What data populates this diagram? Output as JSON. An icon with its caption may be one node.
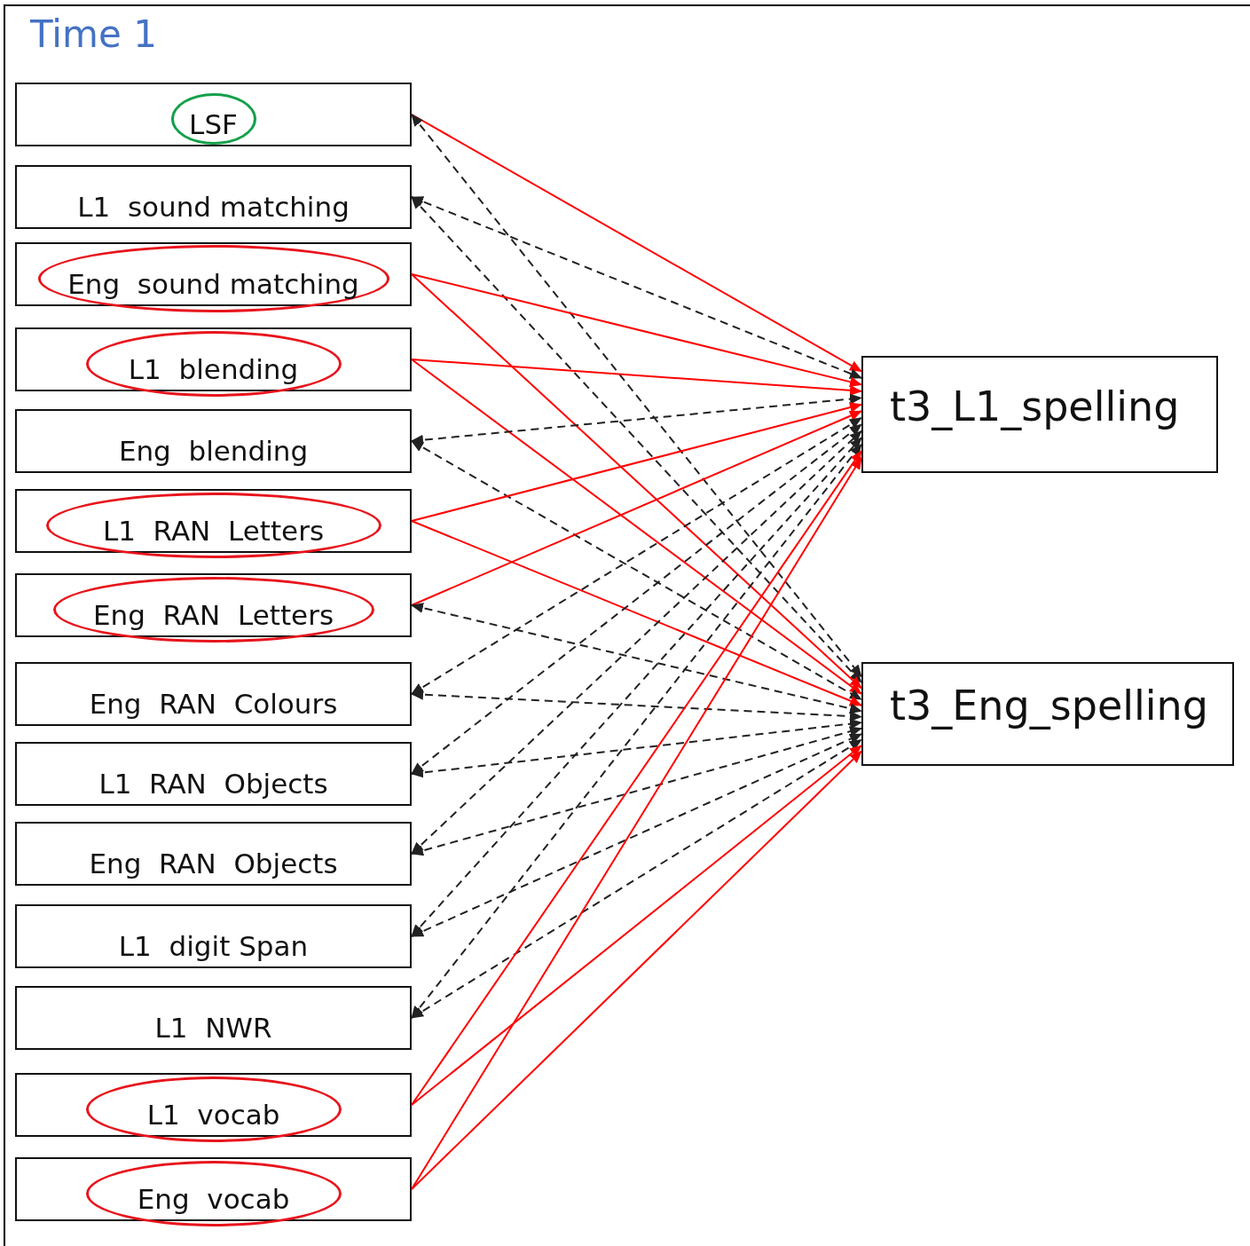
{
  "diagram": {
    "title": "Time 1",
    "nodes": [
      {
        "text": [
          "LSF"
        ]
      },
      {
        "text": [
          "L1  sound matching"
        ]
      },
      {
        "text": [
          "Eng  sound matching"
        ]
      },
      {
        "text": [
          "L1  blending"
        ]
      },
      {
        "text": [
          "Eng  blending"
        ]
      },
      {
        "text": [
          "L1  RAN  Letters"
        ]
      },
      {
        "text": [
          "Eng  RAN  Letters"
        ]
      },
      {
        "text": [
          "Eng  RAN  Colours"
        ]
      },
      {
        "text": [
          "L1  RAN  Objects"
        ]
      },
      {
        "text": [
          "Eng  RAN  Objects"
        ]
      },
      {
        "text": [
          "L1  digit Span"
        ]
      },
      {
        "text": [
          "L1  NWR"
        ]
      },
      {
        "text": [
          "L1  vocab"
        ]
      },
      {
        "text": [
          "Eng  vocab"
        ]
      },
      {
        "text": [
          "t3_L1_spelling"
        ]
      },
      {
        "text": [
          "t3_Eng_spelling"
        ]
      }
    ],
    "edges": [
      {
        "from": 0,
        "to": 14,
        "arrow": "to",
        "color": "#ff0000"
      },
      {
        "from": 0,
        "to": 15,
        "arrow": "both",
        "style": "dashed"
      },
      {
        "from": 1,
        "to": 14,
        "arrow": "both",
        "style": "dashed"
      },
      {
        "from": 1,
        "to": 15,
        "arrow": "both",
        "style": "dashed"
      },
      {
        "from": 2,
        "to": 14,
        "arrow": "to",
        "color": "#ff0000"
      },
      {
        "from": 2,
        "to": 15,
        "arrow": "to",
        "color": "#ff0000"
      },
      {
        "from": 3,
        "to": 14,
        "arrow": "to",
        "color": "#ff0000"
      },
      {
        "from": 3,
        "to": 15,
        "arrow": "to",
        "color": "#ff0000"
      },
      {
        "from": 4,
        "to": 14,
        "arrow": "both",
        "style": "dashed"
      },
      {
        "from": 4,
        "to": 15,
        "arrow": "both",
        "style": "dashed"
      },
      {
        "from": 5,
        "to": 14,
        "arrow": "to",
        "color": "#ff0000"
      },
      {
        "from": 5,
        "to": 15,
        "arrow": "to",
        "color": "#ff0000"
      },
      {
        "from": 6,
        "to": 14,
        "arrow": "to",
        "color": "#ff0000"
      },
      {
        "from": 6,
        "to": 15,
        "arrow": "both",
        "style": "dashed"
      },
      {
        "from": 7,
        "to": 14,
        "arrow": "both",
        "style": "dashed"
      },
      {
        "from": 7,
        "to": 15,
        "arrow": "both",
        "style": "dashed"
      },
      {
        "from": 8,
        "to": 14,
        "arrow": "both",
        "style": "dashed"
      },
      {
        "from": 8,
        "to": 15,
        "arrow": "both",
        "style": "dashed"
      },
      {
        "from": 9,
        "to": 14,
        "arrow": "both",
        "style": "dashed"
      },
      {
        "from": 9,
        "to": 15,
        "arrow": "both",
        "style": "dashed"
      },
      {
        "from": 10,
        "to": 14,
        "arrow": "both",
        "style": "dashed"
      },
      {
        "from": 10,
        "to": 15,
        "arrow": "both",
        "style": "dashed"
      },
      {
        "from": 11,
        "to": 14,
        "arrow": "both",
        "style": "dashed"
      },
      {
        "from": 11,
        "to": 15,
        "arrow": "both",
        "style": "dashed"
      },
      {
        "from": 12,
        "to": 14,
        "arrow": "to",
        "color": "#ff0000"
      },
      {
        "from": 12,
        "to": 15,
        "arrow": "to",
        "color": "#ff0000"
      },
      {
        "from": 13,
        "to": 14,
        "arrow": "to",
        "color": "#ff0000"
      },
      {
        "from": 13,
        "to": 15,
        "arrow": "to",
        "color": "#ff0000"
      }
    ]
  }
}
